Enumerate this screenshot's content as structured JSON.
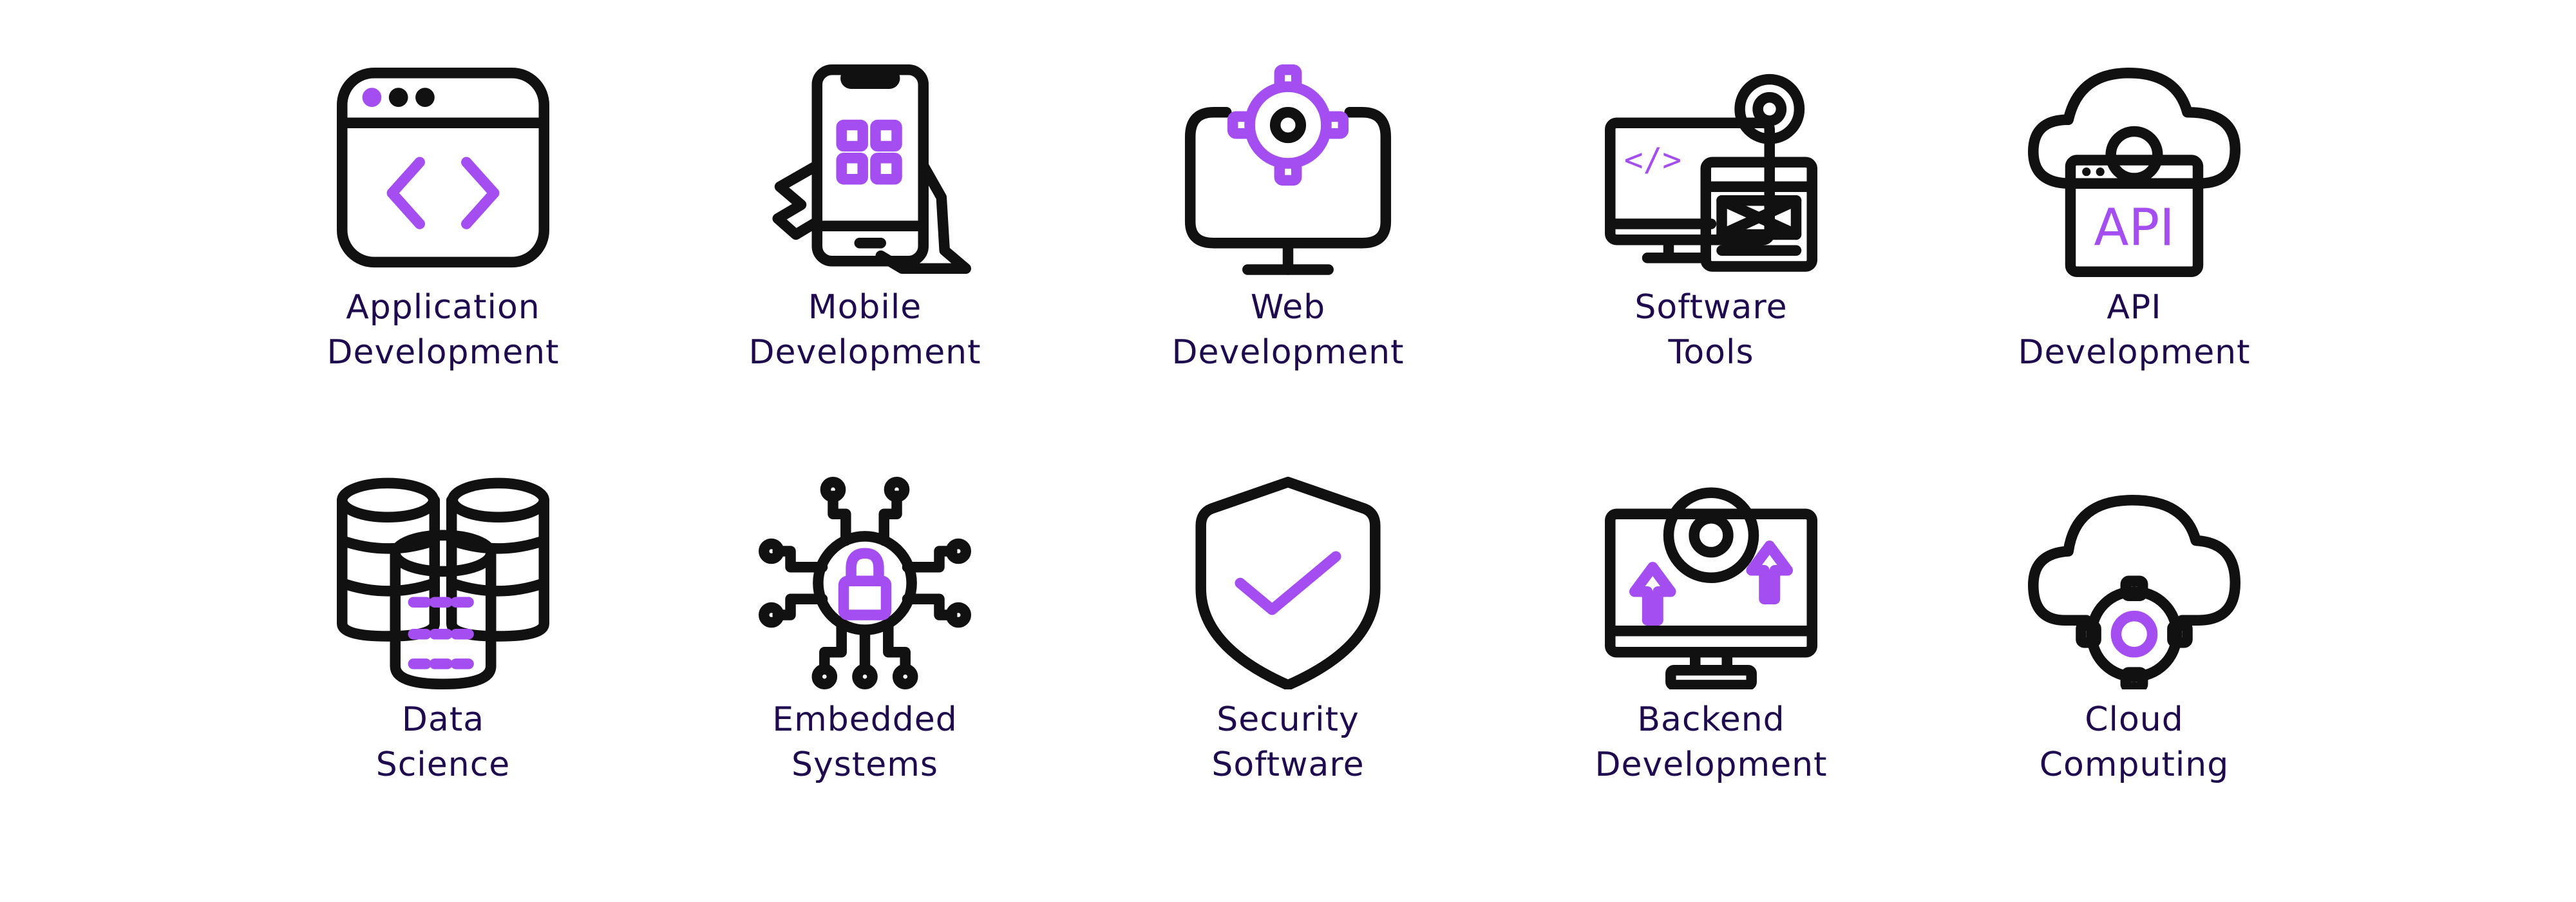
{
  "colors": {
    "accent": "#a44ef2",
    "label": "#1f0a4f",
    "stroke": "#111111",
    "background": "#ffffff"
  },
  "tiles": [
    {
      "icon": "code-window-icon",
      "line1": "Application",
      "line2": "Development"
    },
    {
      "icon": "mobile-app-icon",
      "line1": "Mobile",
      "line2": "Development"
    },
    {
      "icon": "monitor-gear-icon",
      "line1": "Web",
      "line2": "Development"
    },
    {
      "icon": "software-tools-icon",
      "line1": "Software",
      "line2": "Tools"
    },
    {
      "icon": "api-cloud-icon",
      "line1": "API",
      "line2": "Development"
    },
    {
      "icon": "database-icon",
      "line1": "Data",
      "line2": "Science"
    },
    {
      "icon": "chip-lock-icon",
      "line1": "Embedded",
      "line2": "Systems"
    },
    {
      "icon": "shield-check-icon",
      "line1": "Security",
      "line2": "Software"
    },
    {
      "icon": "monitor-gear-arrows-icon",
      "line1": "Backend",
      "line2": "Development"
    },
    {
      "icon": "cloud-gear-icon",
      "line1": "Cloud",
      "line2": "Computing"
    }
  ],
  "api_icon_text": "API"
}
